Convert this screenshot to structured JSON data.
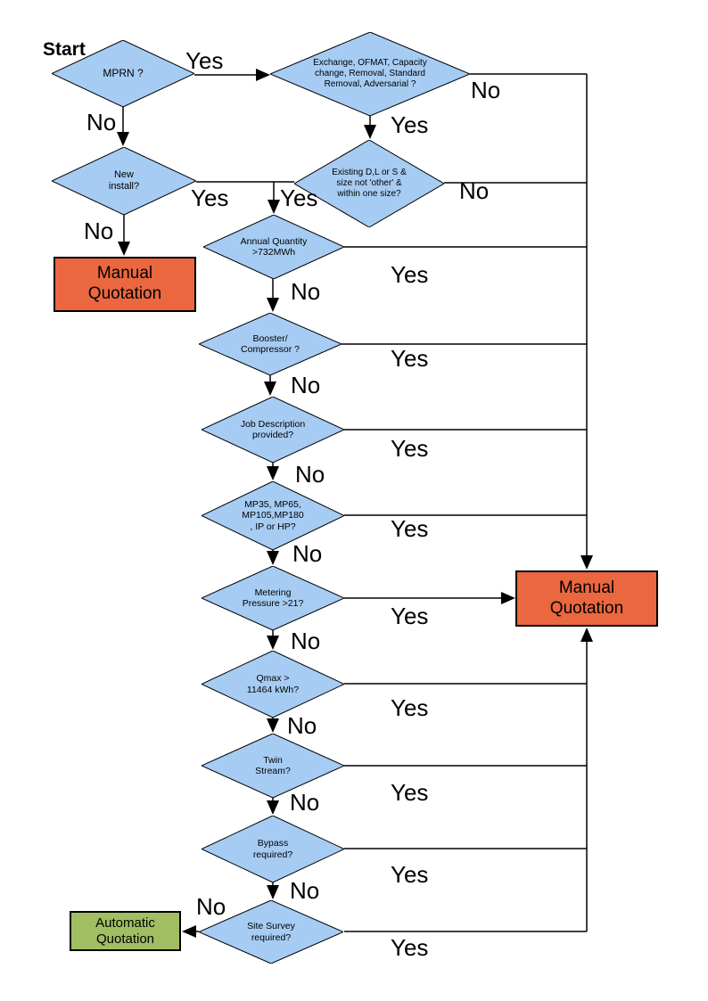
{
  "colors": {
    "diamond_fill": "#A6CCF3",
    "manual_fill": "#EA673F",
    "auto_fill": "#A1BE62"
  },
  "start_label": "Start",
  "labels": {
    "yes": "Yes",
    "no": "No"
  },
  "nodes": {
    "mprn": {
      "type": "decision",
      "label": "MPRN ?"
    },
    "exchange": {
      "type": "decision",
      "label": "Exchange, OFMAT, Capacity change, Removal, Standard Removal, Adversarial ?"
    },
    "new_install": {
      "type": "decision",
      "label": "New install?"
    },
    "existing": {
      "type": "decision",
      "label": "Existing D,L or S & size not 'other' & within one size?"
    },
    "annual": {
      "type": "decision",
      "label": "Annual Quantity >732MWh"
    },
    "booster": {
      "type": "decision",
      "label": "Booster/ Compressor ?"
    },
    "job": {
      "type": "decision",
      "label": "Job Description provided?"
    },
    "mp35": {
      "type": "decision",
      "label": "MP35, MP65, MP105,MP180, IP or HP?"
    },
    "metering": {
      "type": "decision",
      "label": "Metering Pressure >21?"
    },
    "qmax": {
      "type": "decision",
      "label": "Qmax > 11464 kWh?"
    },
    "twin": {
      "type": "decision",
      "label": "Twin Stream?"
    },
    "bypass": {
      "type": "decision",
      "label": "Bypass required?"
    },
    "site": {
      "type": "decision",
      "label": "Site Survey required?"
    },
    "manual_left": {
      "type": "terminal",
      "label": "Manual Quotation"
    },
    "manual_right": {
      "type": "terminal",
      "label": "Manual Quotation"
    },
    "automatic": {
      "type": "terminal",
      "label": "Automatic Quotation"
    }
  }
}
